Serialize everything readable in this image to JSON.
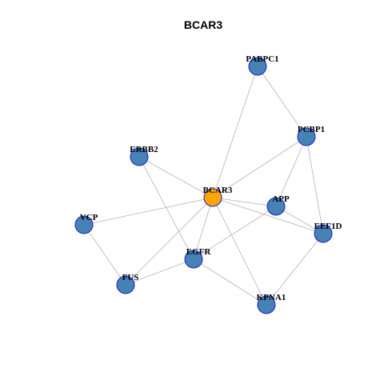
{
  "title": "BCAR3",
  "colors": {
    "hub_node": "#ffa500",
    "node": "#4682b4",
    "node_border": "#1f1fcf",
    "edge": "#b3b3b3"
  },
  "nodes": [
    {
      "id": "BCAR3",
      "label": "BCAR3",
      "hub": true
    },
    {
      "id": "PABPC1",
      "label": "PABPC1"
    },
    {
      "id": "PCBP1",
      "label": "PCBP1"
    },
    {
      "id": "ERBB2",
      "label": "ERBB2"
    },
    {
      "id": "APP",
      "label": "APP"
    },
    {
      "id": "VCP",
      "label": "VCP"
    },
    {
      "id": "EEF1D",
      "label": "EEF1D"
    },
    {
      "id": "EGFR",
      "label": "EGFR"
    },
    {
      "id": "FUS",
      "label": "FUS"
    },
    {
      "id": "KPNA1",
      "label": "KPNA1"
    }
  ],
  "edges": [
    [
      "PABPC1",
      "BCAR3"
    ],
    [
      "PABPC1",
      "PCBP1"
    ],
    [
      "PCBP1",
      "BCAR3"
    ],
    [
      "PCBP1",
      "APP"
    ],
    [
      "PCBP1",
      "EEF1D"
    ],
    [
      "ERBB2",
      "BCAR3"
    ],
    [
      "ERBB2",
      "EGFR"
    ],
    [
      "BCAR3",
      "APP"
    ],
    [
      "BCAR3",
      "EEF1D"
    ],
    [
      "BCAR3",
      "VCP"
    ],
    [
      "BCAR3",
      "EGFR"
    ],
    [
      "BCAR3",
      "FUS"
    ],
    [
      "BCAR3",
      "KPNA1"
    ],
    [
      "APP",
      "EEF1D"
    ],
    [
      "APP",
      "EGFR"
    ],
    [
      "VCP",
      "FUS"
    ],
    [
      "FUS",
      "EGFR"
    ],
    [
      "EGFR",
      "KPNA1"
    ],
    [
      "EEF1D",
      "KPNA1"
    ]
  ]
}
